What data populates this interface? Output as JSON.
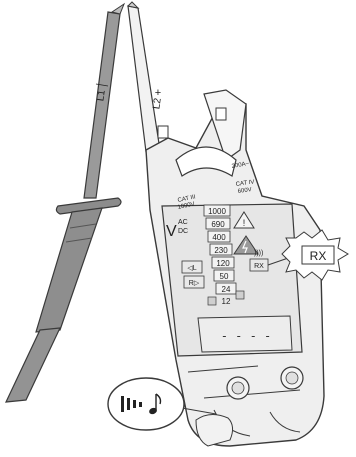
{
  "probe_left": {
    "label": "L1"
  },
  "probe_right": {
    "label": "L2",
    "sign": "+"
  },
  "cat_left": {
    "line1": "CAT III",
    "line2": "1000V"
  },
  "cat_right": {
    "line1": "CAT IV",
    "line2": "600V"
  },
  "clamp_rating": "200A~",
  "ac_dc": {
    "ac": "AC",
    "dc": "DC",
    "v": "V"
  },
  "voltage_scale": [
    "1000",
    "690",
    "400",
    "230",
    "120",
    "50",
    "24",
    "12"
  ],
  "left_indicators": [
    "◁L",
    "R▷"
  ],
  "rx_label": "RX",
  "rx_callout_label": "RX",
  "sound_symbol": "))))",
  "display_dashes": "- - - -",
  "colors": {
    "outline": "#3a3a3a",
    "probe_dark": "#8f8f8f",
    "body_light": "#eeeeee",
    "panel": "#e4e4e4"
  }
}
